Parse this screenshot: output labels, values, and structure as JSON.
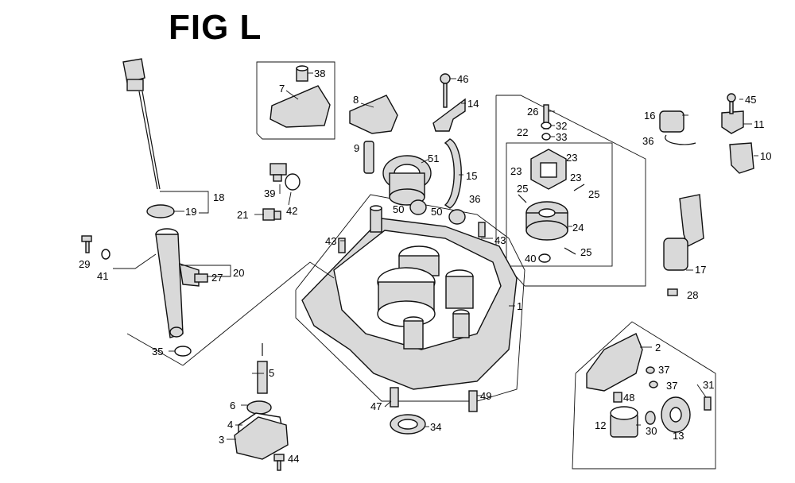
{
  "figure": {
    "title": "FIG L"
  },
  "callouts": [
    {
      "id": "c38",
      "label": "38"
    },
    {
      "id": "c7",
      "label": "7"
    },
    {
      "id": "c8",
      "label": "8"
    },
    {
      "id": "c46a",
      "label": "46"
    },
    {
      "id": "c14",
      "label": "14"
    },
    {
      "id": "c26",
      "label": "26"
    },
    {
      "id": "c32",
      "label": "32"
    },
    {
      "id": "c33",
      "label": "33"
    },
    {
      "id": "c22",
      "label": "22"
    },
    {
      "id": "c23a",
      "label": "23"
    },
    {
      "id": "c23b",
      "label": "23"
    },
    {
      "id": "c23c",
      "label": "23"
    },
    {
      "id": "c25a",
      "label": "25"
    },
    {
      "id": "c25b",
      "label": "25"
    },
    {
      "id": "c25c",
      "label": "25"
    },
    {
      "id": "c24",
      "label": "24"
    },
    {
      "id": "c40",
      "label": "40"
    },
    {
      "id": "c43a",
      "label": "43"
    },
    {
      "id": "c43b",
      "label": "43"
    },
    {
      "id": "c9",
      "label": "9"
    },
    {
      "id": "c51",
      "label": "51"
    },
    {
      "id": "c15",
      "label": "15"
    },
    {
      "id": "c36a",
      "label": "36"
    },
    {
      "id": "c50a",
      "label": "50"
    },
    {
      "id": "c50b",
      "label": "50"
    },
    {
      "id": "c18",
      "label": "18"
    },
    {
      "id": "c19",
      "label": "19"
    },
    {
      "id": "c39",
      "label": "39"
    },
    {
      "id": "c42",
      "label": "42"
    },
    {
      "id": "c21",
      "label": "21"
    },
    {
      "id": "c29",
      "label": "29"
    },
    {
      "id": "c41",
      "label": "41"
    },
    {
      "id": "c27",
      "label": "27"
    },
    {
      "id": "c20",
      "label": "20"
    },
    {
      "id": "c35",
      "label": "35"
    },
    {
      "id": "c1",
      "label": "1"
    },
    {
      "id": "c16",
      "label": "16"
    },
    {
      "id": "c45",
      "label": "45"
    },
    {
      "id": "c11",
      "label": "11"
    },
    {
      "id": "c36b",
      "label": "36"
    },
    {
      "id": "c10",
      "label": "10"
    },
    {
      "id": "c17",
      "label": "17"
    },
    {
      "id": "c28",
      "label": "28"
    },
    {
      "id": "c2",
      "label": "2"
    },
    {
      "id": "c37a",
      "label": "37"
    },
    {
      "id": "c37b",
      "label": "37"
    },
    {
      "id": "c48",
      "label": "48"
    },
    {
      "id": "c31",
      "label": "31"
    },
    {
      "id": "c12",
      "label": "12"
    },
    {
      "id": "c30",
      "label": "30"
    },
    {
      "id": "c13",
      "label": "13"
    },
    {
      "id": "c5",
      "label": "5"
    },
    {
      "id": "c6",
      "label": "6"
    },
    {
      "id": "c4",
      "label": "4"
    },
    {
      "id": "c3",
      "label": "3"
    },
    {
      "id": "c44",
      "label": "44"
    },
    {
      "id": "c47",
      "label": "47"
    },
    {
      "id": "c34",
      "label": "34"
    },
    {
      "id": "c49",
      "label": "49"
    }
  ]
}
